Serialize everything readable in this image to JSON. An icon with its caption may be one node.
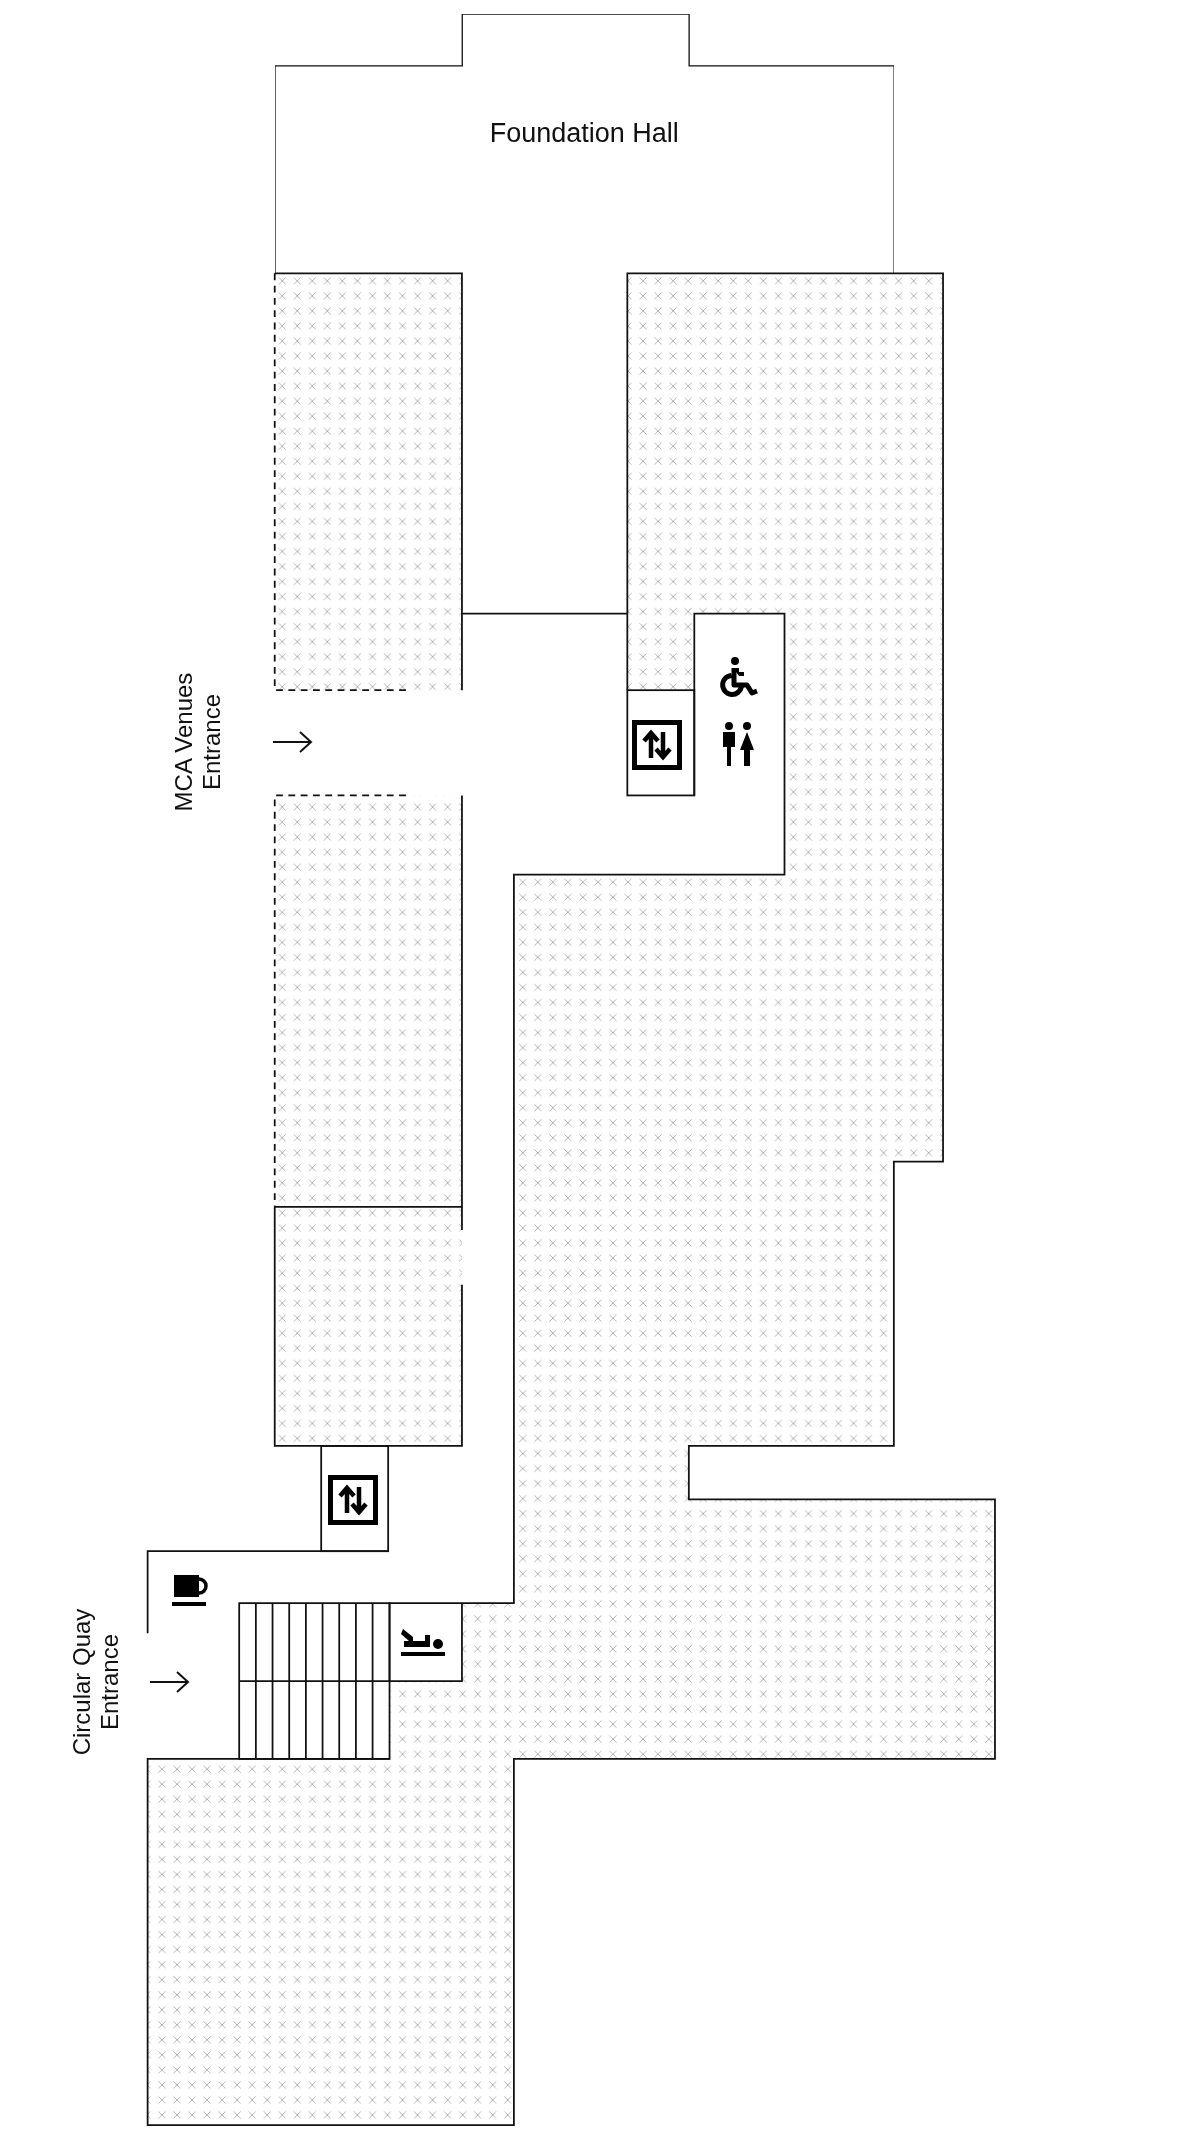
{
  "diagram": {
    "nodes": [
      {
        "text": [
          "Foundation Hall"
        ]
      }
    ],
    "labels": [
      "MCA Venues Entrance",
      "Circular Quay Entrance"
    ]
  }
}
